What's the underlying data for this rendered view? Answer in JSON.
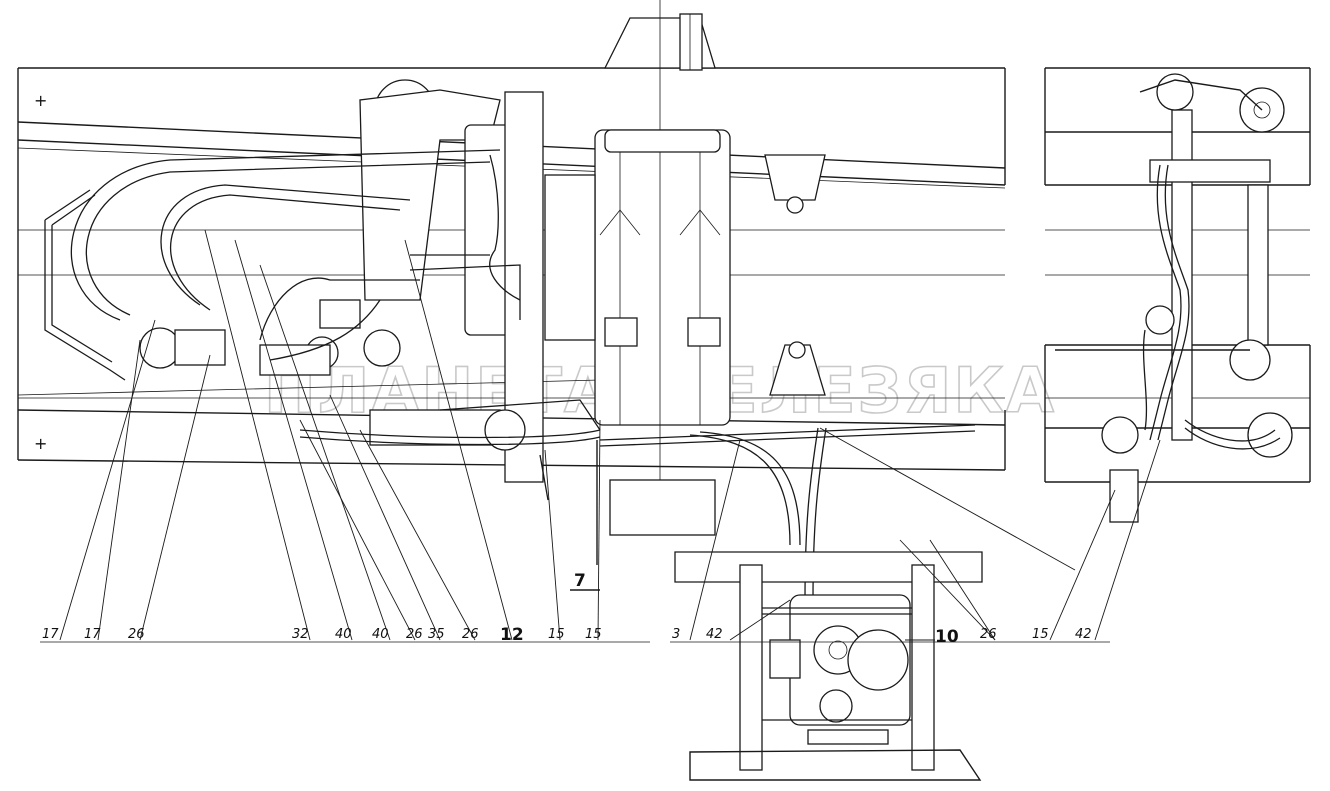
{
  "watermark": "ПЛАНЕТА ЖЕЛЕЗЯКА",
  "callouts": [
    "17",
    "17",
    "26",
    "32",
    "40",
    "40",
    "26",
    "35",
    "26",
    "12",
    "15",
    "15",
    "3",
    "42",
    "10",
    "26",
    "15",
    "42"
  ],
  "section_mark": "7",
  "colors": {
    "line": "#1a1a1a",
    "watermark": "#c9c9c9",
    "background": "#ffffff"
  }
}
